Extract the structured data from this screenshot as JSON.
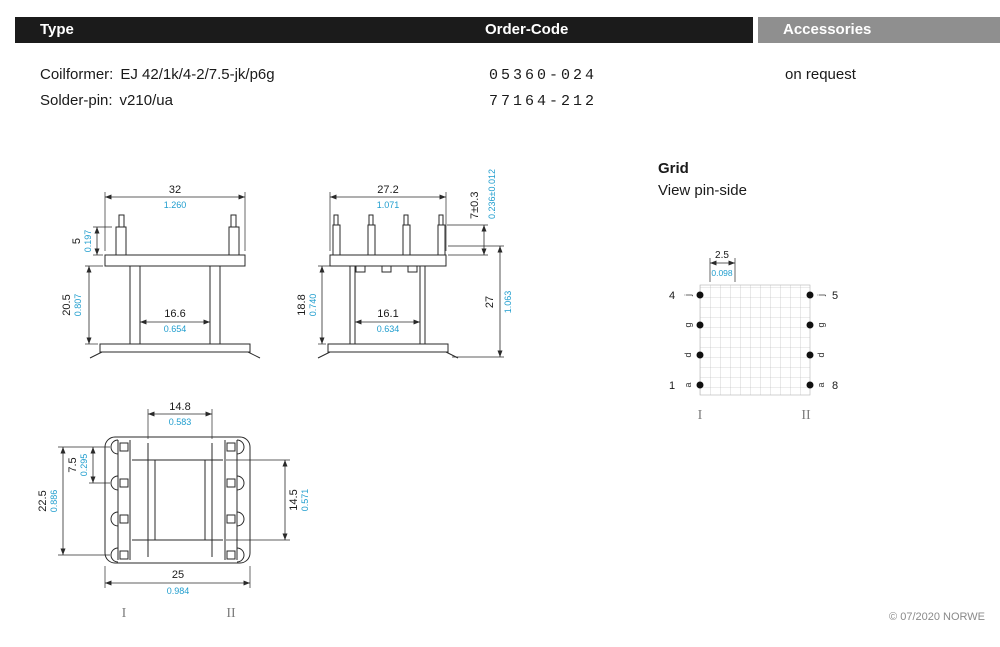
{
  "colors": {
    "header_black": "#1b1b1b",
    "header_gray": "#8f8f8f",
    "dimension_inch_blue": "#1f9dce"
  },
  "header": {
    "type": "Type",
    "order_code": "Order-Code",
    "accessories": "Accessories"
  },
  "product": {
    "coilformer_label": "Coilformer:",
    "coilformer_value": "EJ 42/1k/4-2/7.5-jk/p6g",
    "solder_pin_label": "Solder-pin:",
    "solder_pin_value": "v210/ua",
    "order_code_1": "05360-024",
    "order_code_2": "77164-212",
    "accessories_value": "on request"
  },
  "front_view": {
    "width_mm": "32",
    "width_in": "1.260",
    "pin_mm": "5",
    "pin_in": "0.197",
    "height_mm": "20.5",
    "height_in": "0.807",
    "inner_mm": "16.6",
    "inner_in": "0.654"
  },
  "side_view": {
    "width_mm": "27.2",
    "width_in": "1.071",
    "pin_mm": "7±0.3",
    "pin_in": "0.236±0.012",
    "height_mm": "18.8",
    "height_in": "0.740",
    "inner_mm": "16.1",
    "inner_in": "0.634",
    "total_mm": "27",
    "total_in": "1.063"
  },
  "top_view": {
    "slot_mm": "14.8",
    "slot_in": "0.583",
    "pin_pitch_mm": "7.5",
    "pin_pitch_in": "0.295",
    "pin_field_mm": "22.5",
    "pin_field_in": "0.886",
    "window_mm": "14.5",
    "window_in": "0.571",
    "width_mm": "25",
    "width_in": "0.984",
    "row_1": "I",
    "row_2": "II"
  },
  "grid": {
    "title": "Grid",
    "subtitle": "View pin-side",
    "pitch_mm": "2.5",
    "pitch_in": "0.098",
    "pin_left_top": "4",
    "pin_left_bottom": "1",
    "pin_right_top": "5",
    "pin_right_bottom": "8",
    "row_letters": [
      "j",
      "g",
      "d",
      "a"
    ],
    "row_1": "I",
    "row_2": "II"
  },
  "footer": {
    "copyright": "© 07/2020 NORWE"
  }
}
